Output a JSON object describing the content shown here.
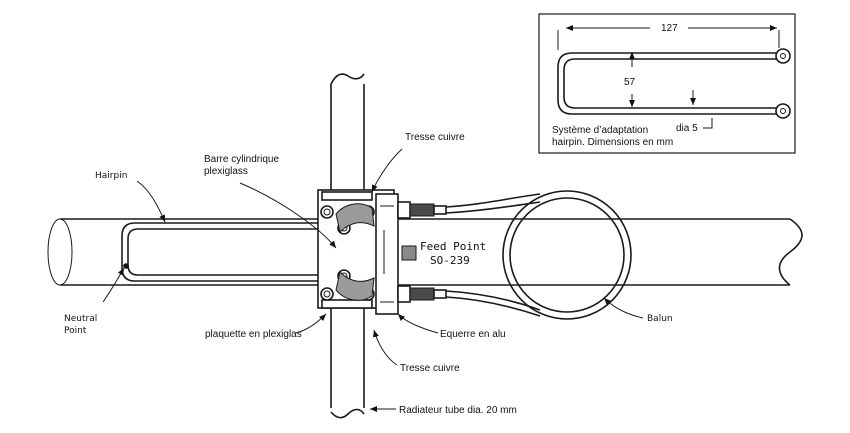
{
  "labels": {
    "hairpin": "Hairpin",
    "barre_line1": "Barre cylindrique",
    "barre_line2": "plexiglass",
    "tresse_top": "Tresse cuivre",
    "tresse_bottom": "Tresse cuivre",
    "feed_line1": "Feed Point",
    "feed_line2": "SO-239",
    "neutral_line1": "Neutral",
    "neutral_line2": "Point",
    "plaquette": "plaquette en plexiglas",
    "equerre": "Equerre en alu",
    "balun": "Balun",
    "radiateur": "Radiateur tube dia. 20 mm"
  },
  "inset": {
    "dim_length": "127",
    "dim_width": "57",
    "dim_dia": "dia 5",
    "caption_line1": "Système d’adaptation",
    "caption_line2": "hairpin. Dimensions en mm"
  }
}
